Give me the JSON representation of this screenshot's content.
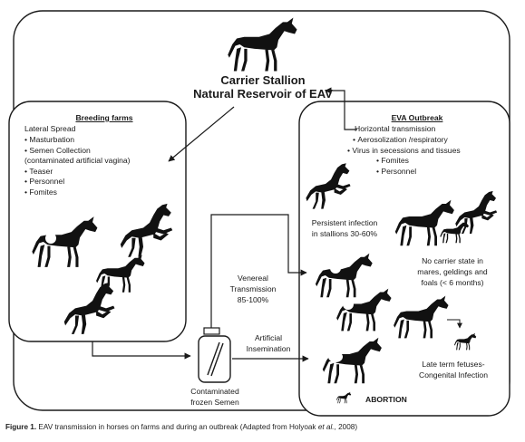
{
  "carrier": {
    "title": "Carrier Stallion",
    "subtitle": "Natural Reservoir of EAV"
  },
  "breeding": {
    "title": "Breeding farms",
    "intro": "Lateral Spread",
    "items": [
      {
        "text": "Masturbation",
        "bullet": true
      },
      {
        "text": "Semen Collection",
        "bullet": true
      },
      {
        "text": "(contaminated artificial vagina)",
        "bullet": false
      },
      {
        "text": "Teaser",
        "bullet": true
      },
      {
        "text": "Personnel",
        "bullet": true
      },
      {
        "text": "Fomites",
        "bullet": true
      }
    ]
  },
  "outbreak": {
    "title": "EVA Outbreak",
    "intro": "Horizontal transmission",
    "items": [
      "Aerosolization /respiratory",
      "Virus in secessions and tissues",
      "Fomites",
      "Personnel"
    ],
    "persistent": [
      "Persistent infection",
      "in stallions 30-60%"
    ],
    "no_carrier": [
      "No carrier state in",
      "mares, geldings and",
      "foals (< 6 months)"
    ],
    "late_term": [
      "Late term fetuses-",
      "Congenital Infection"
    ],
    "abortion": "ABORTION"
  },
  "venereal": [
    "Venereal",
    "Transmission",
    "85-100%"
  ],
  "insemination": [
    "Artificial",
    "Insemination"
  ],
  "semen": [
    "Contaminated",
    "frozen Semen"
  ],
  "caption": {
    "label": "Figure 1.",
    "text_before": " EAV transmission in horses on farms and during an outbreak (Adapted from Holyoak ",
    "et_al": "et al.,",
    "text_after": " 2008)"
  }
}
